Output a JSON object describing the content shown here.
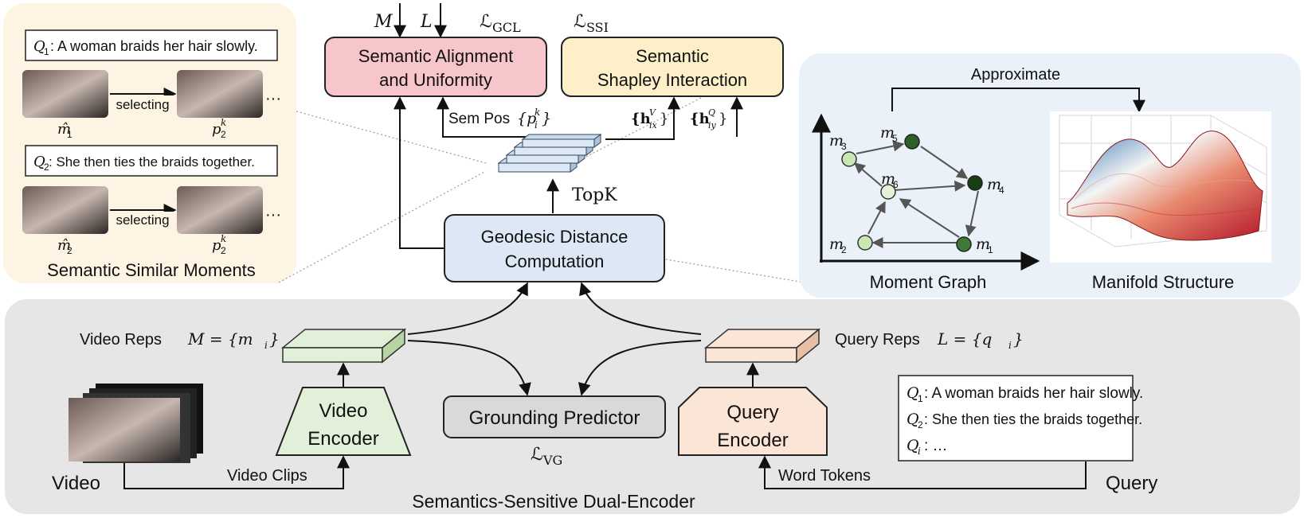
{
  "top_losses": {
    "input_m": "M",
    "input_l": "L",
    "gcl": "ℒ",
    "gcl_sub": "GCL",
    "ssi": "ℒ",
    "ssi_sub": "SSI"
  },
  "boxes": {
    "align_line1": "Semantic Alignment",
    "align_line2": "and Uniformity",
    "shapley_line1": "Semantic",
    "shapley_line2": "Shapley Interaction",
    "geo_line1": "Geodesic Distance",
    "geo_line2": "Computation",
    "grounding": "Grounding Predictor",
    "video_enc_line1": "Video",
    "video_enc_line2": "Encoder",
    "query_enc_line1": "Query",
    "query_enc_line2": "Encoder"
  },
  "labels": {
    "sem_pos": "Sem Pos",
    "sem_pos_math": "{p",
    "sem_pos_sub": "i",
    "sem_pos_sup": "k",
    "sem_pos_close": "}",
    "h_v_open": "{h",
    "h_v_sub": "ix",
    "h_v_sup": "V",
    "h_v_close": "}",
    "h_q_open": "{h",
    "h_q_sub": "iy",
    "h_q_sup": "Q",
    "h_q_close": "}",
    "topk": "TopK",
    "video_reps": "Video Reps",
    "video_reps_math": "M = {m",
    "video_reps_sub": "i",
    "video_reps_close": "}",
    "query_reps": "Query Reps",
    "query_reps_math": "L = {q",
    "query_reps_sub": "i",
    "query_reps_close": "}",
    "vg_loss": "ℒ",
    "vg_sub": "VG",
    "video": "Video",
    "video_clips": "Video Clips",
    "word_tokens": "Word Tokens",
    "query": "Query",
    "dual_encoder": "Semantics-Sensitive Dual-Encoder"
  },
  "left_panel": {
    "q1_label": "Q",
    "q1_sub": "1",
    "q1_text": ": A woman braids her hair slowly.",
    "q2_label": "Q",
    "q2_sub": "2",
    "q2_text": " : She then ties the braids together.",
    "selecting1": "selecting",
    "selecting2": "selecting",
    "mhat1": "m̂",
    "mhat1_sub": "1",
    "mhat2": "m̂",
    "mhat2_sub": "2",
    "p1": "p",
    "p1_sub": "2",
    "p1_sup": "k",
    "p2": "p",
    "p2_sub": "2",
    "p2_sup": "k",
    "ellipsis1": "···",
    "ellipsis2": "···",
    "caption": "Semantic Similar Moments"
  },
  "right_panel": {
    "approximate": "Approximate",
    "moment_graph": "Moment Graph",
    "manifold": "Manifold Structure",
    "nodes": [
      {
        "label": "m",
        "sub": "3"
      },
      {
        "label": "m",
        "sub": "5"
      },
      {
        "label": "m",
        "sub": "6"
      },
      {
        "label": "m",
        "sub": "4"
      },
      {
        "label": "m",
        "sub": "2"
      },
      {
        "label": "m",
        "sub": "1"
      }
    ]
  },
  "query_box": {
    "l1_q": "Q",
    "l1_sub": "1",
    "l1_text": ": A woman braids her hair slowly.",
    "l2_q": "Q",
    "l2_sub": "2",
    "l2_text": ": She then ties the braids together.",
    "l3_q": "Q",
    "l3_sub": "i",
    "l3_text": ": …"
  },
  "colors": {
    "align_fill": "#f7c6cb",
    "shapley_fill": "#fdf0c8",
    "geo_fill": "#dce8f5",
    "grounding_fill": "#d9d9d9",
    "video_enc_fill": "#e2f0d9",
    "query_enc_fill": "#fbe5d6",
    "left_panel_fill": "#fdf4e3",
    "right_panel_fill": "#eaf1f8",
    "bottom_panel_fill": "#e6e6e6",
    "node_light": "#c9e6b4",
    "node_dark": "#2e5e2a"
  }
}
